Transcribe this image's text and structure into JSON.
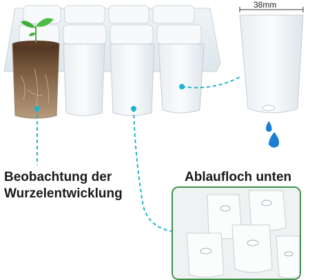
{
  "labels": {
    "root_observation_line1": "Beobachtung der",
    "root_observation_line2": "Wurzelentwicklung",
    "drain_hole": "Ablaufloch unten"
  },
  "dimension": {
    "width_label": "38mm"
  },
  "colors": {
    "accent_cyan": "#1fb3cf",
    "inset_border": "#3e8f4a",
    "water_blue": "#1b7fd6",
    "soil": "#6b4a2e",
    "leaf": "#3fae3a"
  },
  "icons": [
    "water-drop-icon",
    "plant-seedling-icon"
  ]
}
